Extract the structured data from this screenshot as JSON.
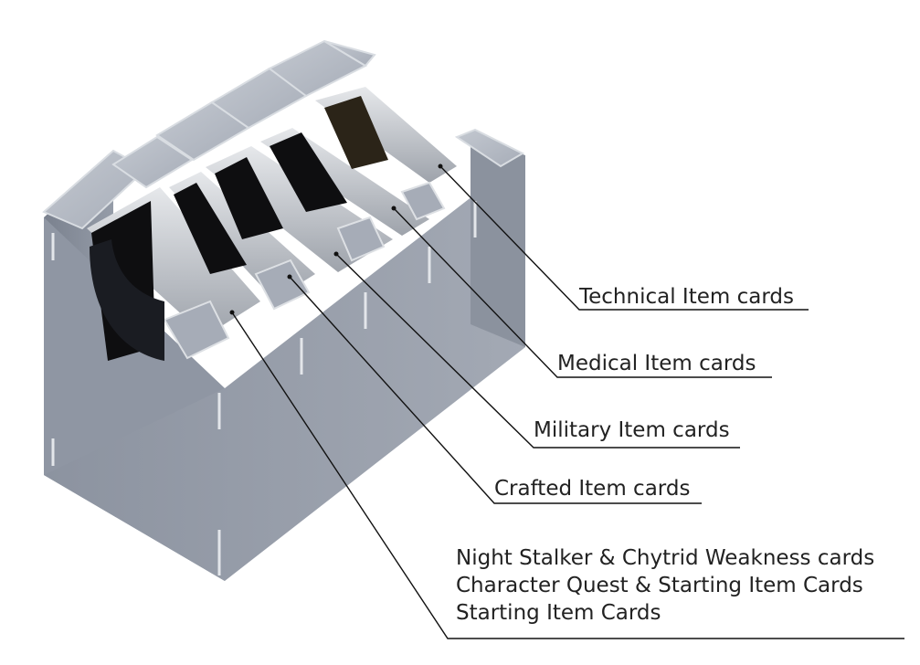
{
  "labels": {
    "technical": "Technical Item cards",
    "medical": "Medical Item cards",
    "military": "Military Item cards",
    "crafted": "Crafted Item cards",
    "multi": [
      "Night Stalker & Chytrid Weakness cards",
      "Character Quest & Starting Item Cards",
      "Starting Item Cards"
    ]
  },
  "colors": {
    "tray_light": "#b3b9c3",
    "tray_mid": "#9aa1ad",
    "tray_dark": "#7f8693",
    "card_edge": "#c9cdd3",
    "card_face": "#0e0e10",
    "leader_line": "#111111"
  }
}
